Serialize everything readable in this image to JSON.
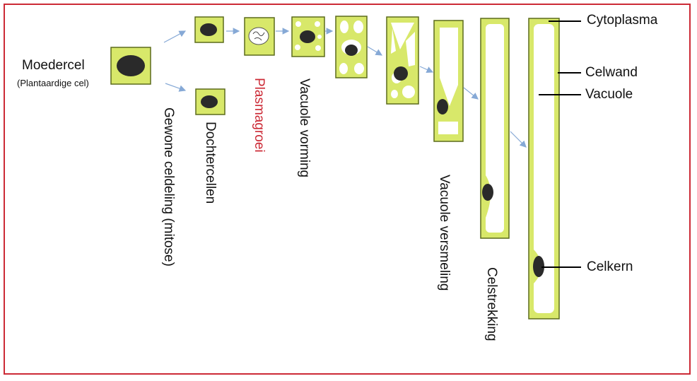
{
  "labels": {
    "mother_cell": "Moedercel",
    "mother_cell_sub": "(Plantaardige cel)",
    "mitosis": "Gewone celdeling (mitose)",
    "daughter_cells": "Dochtercellen",
    "plasma_growth": "Plasmagroei",
    "vacuole_formation": "Vacuole vorming",
    "vacuole_fusion": "Vacuole versmeling",
    "cell_elongation": "Celstrekking",
    "cytoplasm": "Cytoplasma",
    "cell_wall": "Celwand",
    "vacuole": "Vacuole",
    "nucleus": "Celkern"
  },
  "colors": {
    "frame": "#cc2a36",
    "cytoplasm": "#d8e86a",
    "cell_wall": "#5c6b1c",
    "nucleus": "#2a2a2a",
    "vacuole": "#ffffff",
    "arrow": "#86a9d6",
    "highlight_label": "#cc2a36"
  }
}
